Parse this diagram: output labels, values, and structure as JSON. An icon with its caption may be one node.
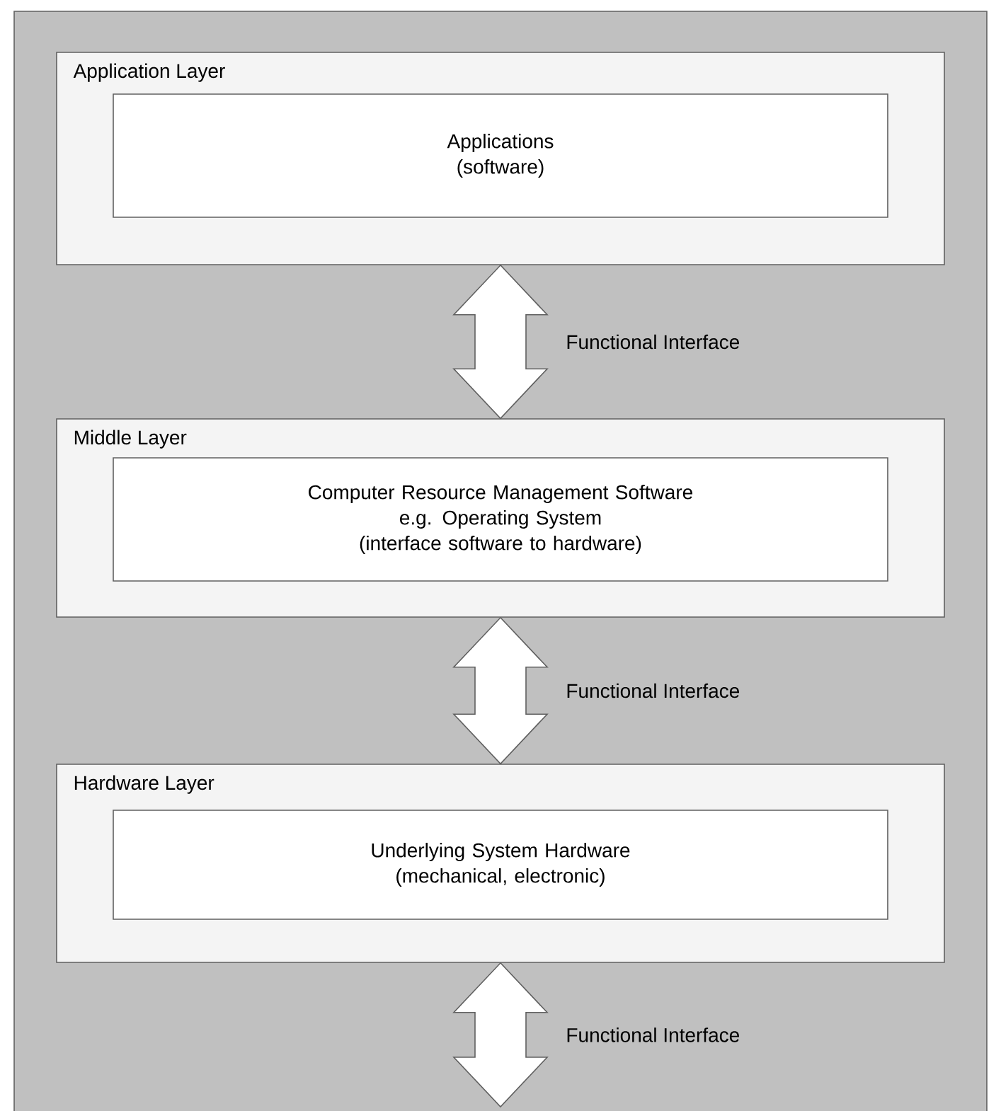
{
  "diagram": {
    "nodes": [
      {
        "text": [
          "Application Layer"
        ]
      },
      {
        "text": [
          "Applications (software)"
        ],
        "in": 0
      },
      {
        "text": [
          "Middle Layer"
        ]
      },
      {
        "text": [
          "Computer Resource Management Software",
          "e.g. Operating System",
          "(interface software to hardware)"
        ],
        "in": 2
      },
      {
        "text": [
          "Hardware Layer"
        ]
      },
      {
        "text": [
          "Underlying System Hardware (mechanical, electronic)"
        ],
        "in": 4
      }
    ],
    "edges": [
      {
        "from": 0,
        "to": 2,
        "arrow": "both",
        "label": "Functional Interface"
      },
      {
        "from": 2,
        "to": 4,
        "arrow": "both",
        "label": "Functional Interface"
      },
      {
        "from": 4,
        "to": null,
        "arrow": "both",
        "label": "Functional Interface"
      }
    ]
  }
}
